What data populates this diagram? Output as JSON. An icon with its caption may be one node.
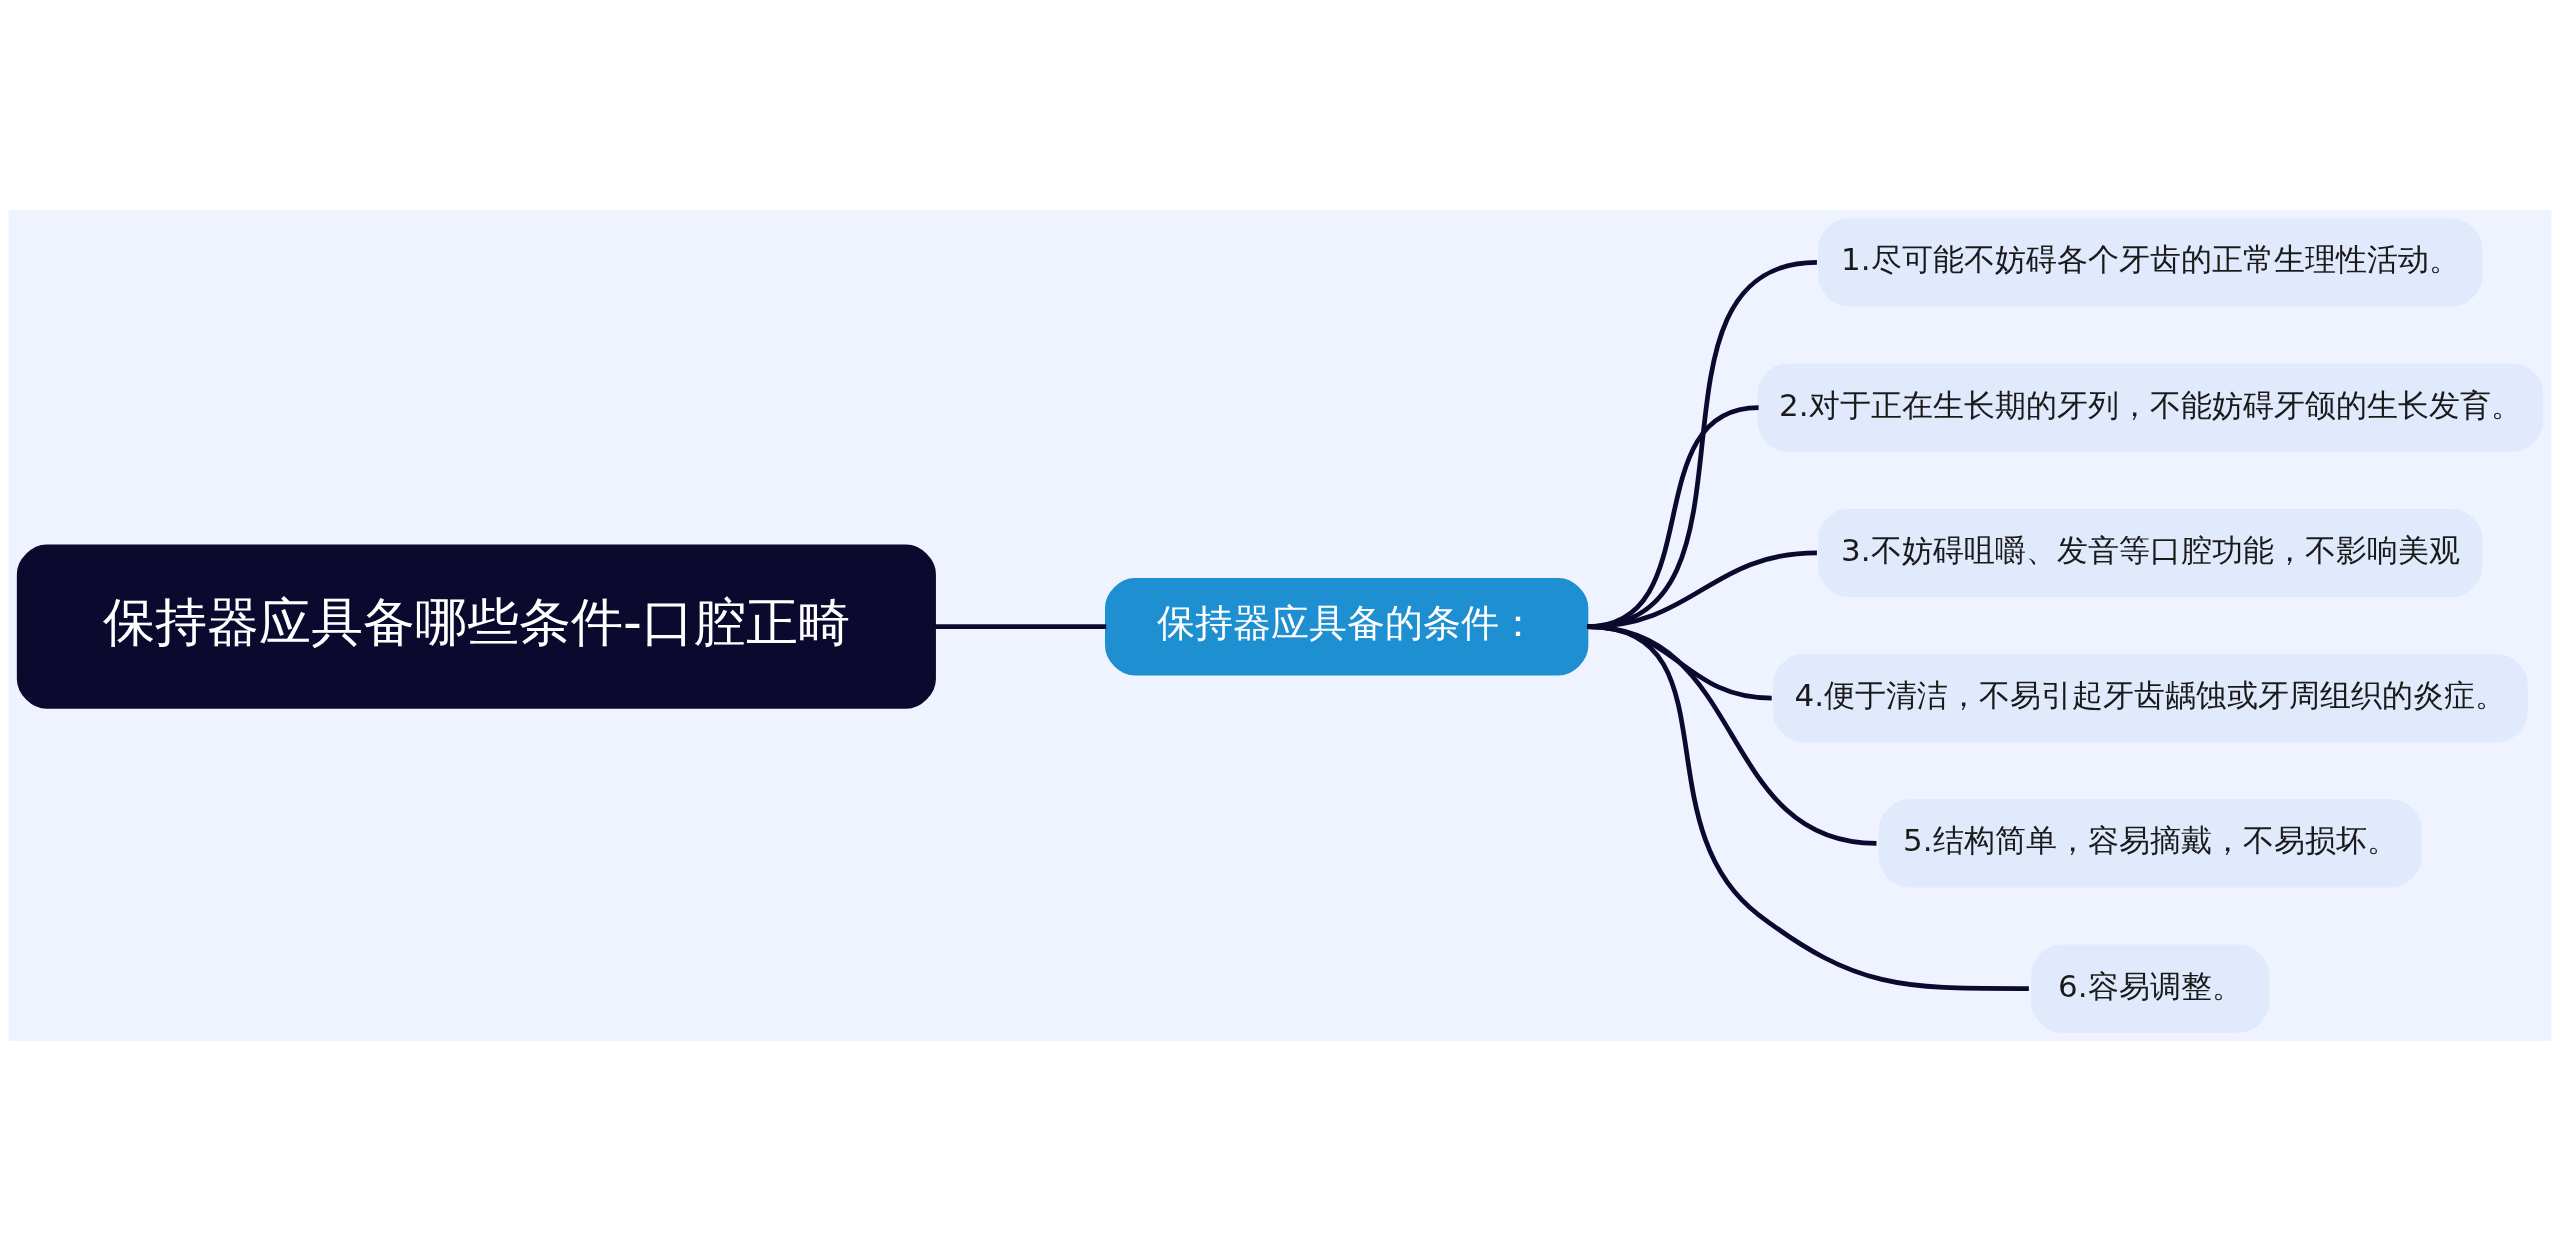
{
  "diagram": {
    "nodes": [
      {
        "text": [
          "保持器应具备哪些条件-口腔正畸"
        ]
      },
      {
        "text": [
          "保持器应具备的条件："
        ]
      },
      {
        "text": [
          "1.尽可能不妨碍各个牙齿的正常生理性活动。"
        ]
      },
      {
        "text": [
          "2.对于正在生长期的牙列，不能妨碍牙颌的生长发育。"
        ]
      },
      {
        "text": [
          "3.不妨碍咀嚼、发音等口腔功能，不影响美观"
        ]
      },
      {
        "text": [
          "4.便于清洁，不易引起牙齿龋蚀或牙周组织的炎症。"
        ]
      },
      {
        "text": [
          "5.结构简单，容易摘戴，不易损坏。"
        ]
      },
      {
        "text": [
          "6.容易调整。"
        ]
      }
    ],
    "edges": [
      {
        "from": 0,
        "to": 1,
        "arrow": "none"
      },
      {
        "from": 1,
        "to": 2,
        "arrow": "none"
      },
      {
        "from": 1,
        "to": 3,
        "arrow": "none"
      },
      {
        "from": 1,
        "to": 4,
        "arrow": "none"
      },
      {
        "from": 1,
        "to": 5,
        "arrow": "none"
      },
      {
        "from": 1,
        "to": 6,
        "arrow": "none"
      },
      {
        "from": 1,
        "to": 7,
        "arrow": "none"
      }
    ]
  }
}
